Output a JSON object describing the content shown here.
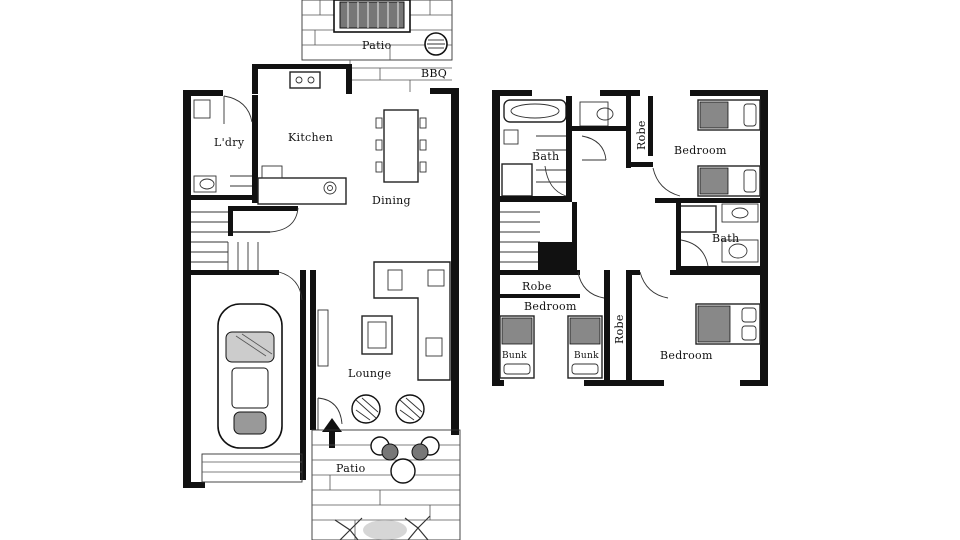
{
  "ground_floor": {
    "rooms": {
      "patio_top": "Patio",
      "bbq": "BBQ",
      "laundry": "L'dry",
      "kitchen": "Kitchen",
      "dining": "Dining",
      "lounge": "Lounge",
      "patio_bottom": "Patio"
    }
  },
  "upper_floor": {
    "rooms": {
      "bath_1": "Bath",
      "robe_1": "Robe",
      "bedroom_1": "Bedroom",
      "bath_2": "Bath",
      "robe_2": "Robe",
      "bedroom_2": "Bedroom",
      "bunk_1": "Bunk",
      "bunk_2": "Bunk",
      "robe_3": "Robe",
      "bedroom_3": "Bedroom"
    }
  },
  "colors": {
    "wall": "#111111",
    "line": "#222222",
    "background": "#ffffff"
  }
}
